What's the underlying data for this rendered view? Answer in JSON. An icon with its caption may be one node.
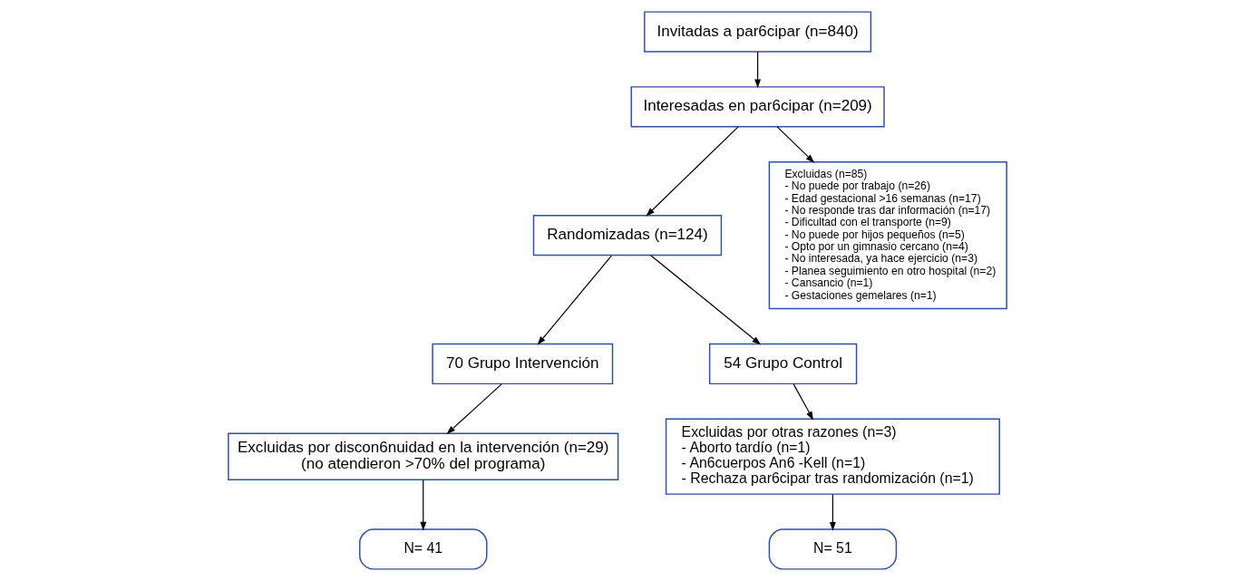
{
  "diagram": {
    "nodes": [
      {
        "text": [
          "Invitadas a par6cipar (n=840)"
        ]
      },
      {
        "text": [
          "Interesadas en par6cipar (n=209)"
        ]
      },
      {
        "text": [
          "Randomizadas (n=124)"
        ]
      },
      {
        "text": [
          "Excluidas (n=85)",
          "- No puede por trabajo (n=26)",
          "- Edad gestacional >16 semanas (n=17)",
          "- No responde tras dar información (n=17)",
          "- Dificultad con el transporte (n=9)",
          "- No puede por hijos pequeños (n=5)",
          "- Opto por un gimnasio cercano (n=4)",
          "- No interesada, ya hace ejercicio (n=3)",
          "- Planea seguimiento en otro hospital (n=2)",
          "- Cansancio (n=1)",
          "- Gestaciones gemelares (n=1)"
        ]
      },
      {
        "text": [
          "70 Grupo Intervención"
        ]
      },
      {
        "text": [
          "54 Grupo Control"
        ]
      },
      {
        "text": [
          "Excluidas por discon6nuidad en la intervención (n=29)",
          "(no atendieron >70% del programa)"
        ]
      },
      {
        "text": [
          "Excluidas por otras razones (n=3)",
          "- Aborto tardío (n=1)",
          "- An6cuerpos An6 -Kell (n=1)",
          "- Rechaza par6cipar tras randomización (n=1)"
        ]
      },
      {
        "text": [
          "N= 41"
        ]
      },
      {
        "text": [
          "N= 51"
        ]
      }
    ],
    "edges": [
      {
        "from": 0,
        "to": 1,
        "arrow": "to"
      },
      {
        "from": 1,
        "to": 2,
        "arrow": "to"
      },
      {
        "from": 1,
        "to": 3,
        "arrow": "to"
      },
      {
        "from": 2,
        "to": 4,
        "arrow": "to"
      },
      {
        "from": 2,
        "to": 5,
        "arrow": "to"
      },
      {
        "from": 4,
        "to": 6,
        "arrow": "to"
      },
      {
        "from": 5,
        "to": 7,
        "arrow": "to"
      },
      {
        "from": 6,
        "to": 8,
        "arrow": "to"
      },
      {
        "from": 7,
        "to": 9,
        "arrow": "to"
      }
    ]
  }
}
